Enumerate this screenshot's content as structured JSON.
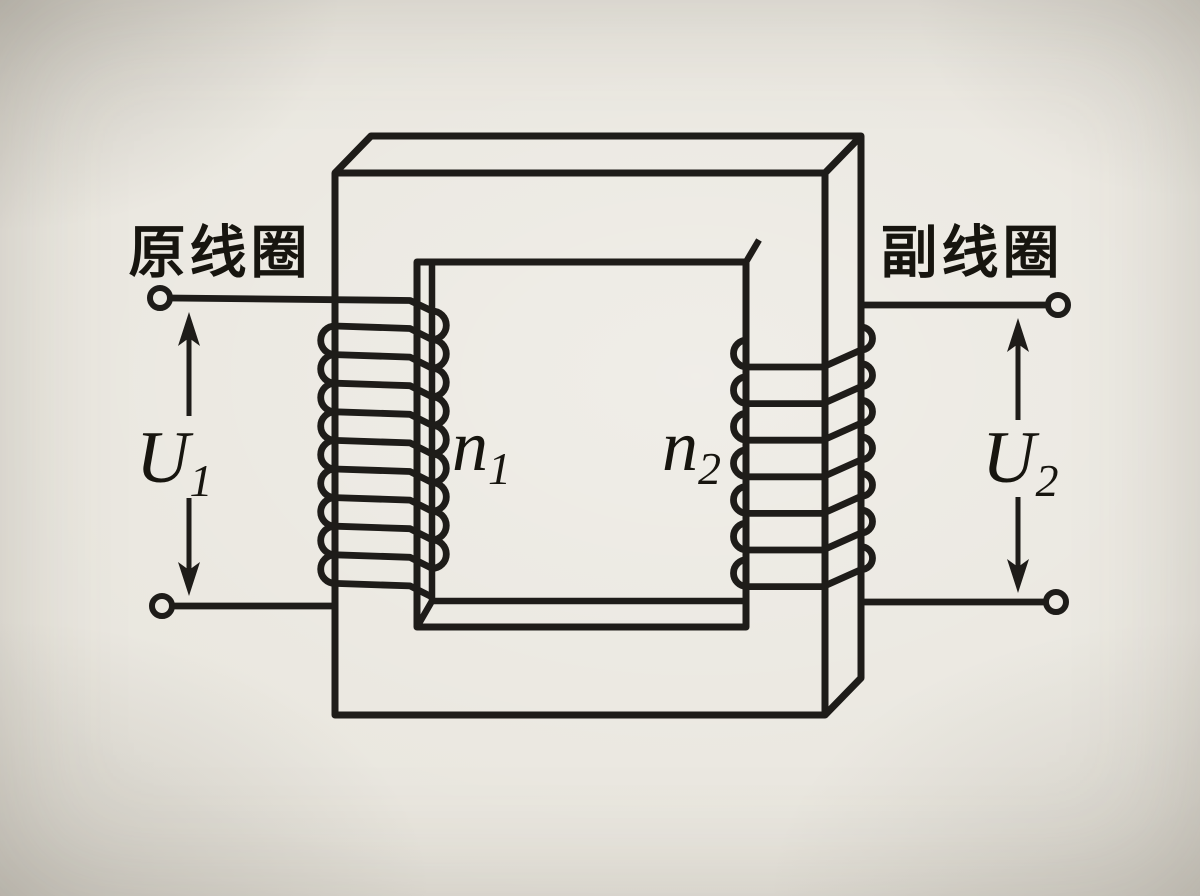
{
  "diagram": {
    "title_semantic": "transformer-core-with-primary-and-secondary-coils",
    "labels": {
      "primary_coil": "原线圈",
      "secondary_coil": "副线圈",
      "u1_base": "U",
      "u1_sub": "1",
      "u2_base": "U",
      "u2_sub": "2",
      "n1_base": "n",
      "n1_sub": "1",
      "n2_base": "n",
      "n2_sub": "2"
    },
    "colors": {
      "ink": "#1e1c19",
      "paper": "#e9e6de"
    }
  }
}
